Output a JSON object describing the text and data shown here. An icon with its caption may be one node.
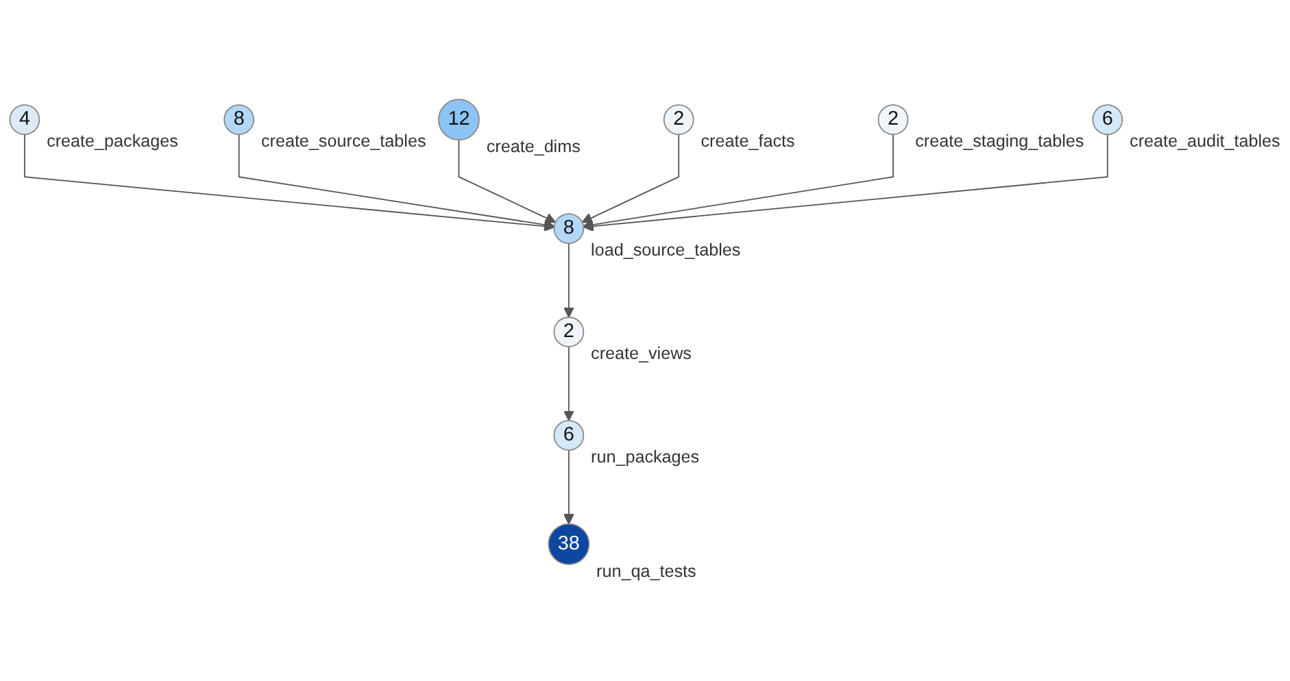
{
  "diagram": {
    "nodes": [
      {
        "text": [
          "4"
        ],
        "beside": [
          "create_packages"
        ]
      },
      {
        "text": [
          "8"
        ],
        "beside": [
          "create_source_tables"
        ]
      },
      {
        "text": [
          "12"
        ],
        "beside": [
          "create_dims"
        ]
      },
      {
        "text": [
          "2"
        ],
        "beside": [
          "create_facts"
        ]
      },
      {
        "text": [
          "2"
        ],
        "beside": [
          "create_staging_tables"
        ]
      },
      {
        "text": [
          "6"
        ],
        "beside": [
          "create_audit_tables"
        ]
      },
      {
        "text": [
          "8"
        ],
        "beside": [
          "load_source_tables"
        ]
      },
      {
        "text": [
          "2"
        ],
        "beside": [
          "create_views"
        ]
      },
      {
        "text": [
          "6"
        ],
        "beside": [
          "run_packages"
        ]
      },
      {
        "text": [
          "38"
        ],
        "beside": [
          "run_qa_tests"
        ]
      }
    ],
    "edges": [
      {
        "from": 0,
        "to": 6,
        "arrow": "to"
      },
      {
        "from": 1,
        "to": 6,
        "arrow": "to"
      },
      {
        "from": 2,
        "to": 6,
        "arrow": "to"
      },
      {
        "from": 3,
        "to": 6,
        "arrow": "to"
      },
      {
        "from": 4,
        "to": 6,
        "arrow": "to"
      },
      {
        "from": 5,
        "to": 6,
        "arrow": "to"
      },
      {
        "from": 6,
        "to": 7,
        "arrow": "to"
      },
      {
        "from": 7,
        "to": 8,
        "arrow": "to"
      },
      {
        "from": 8,
        "to": 9,
        "arrow": "to"
      }
    ]
  }
}
